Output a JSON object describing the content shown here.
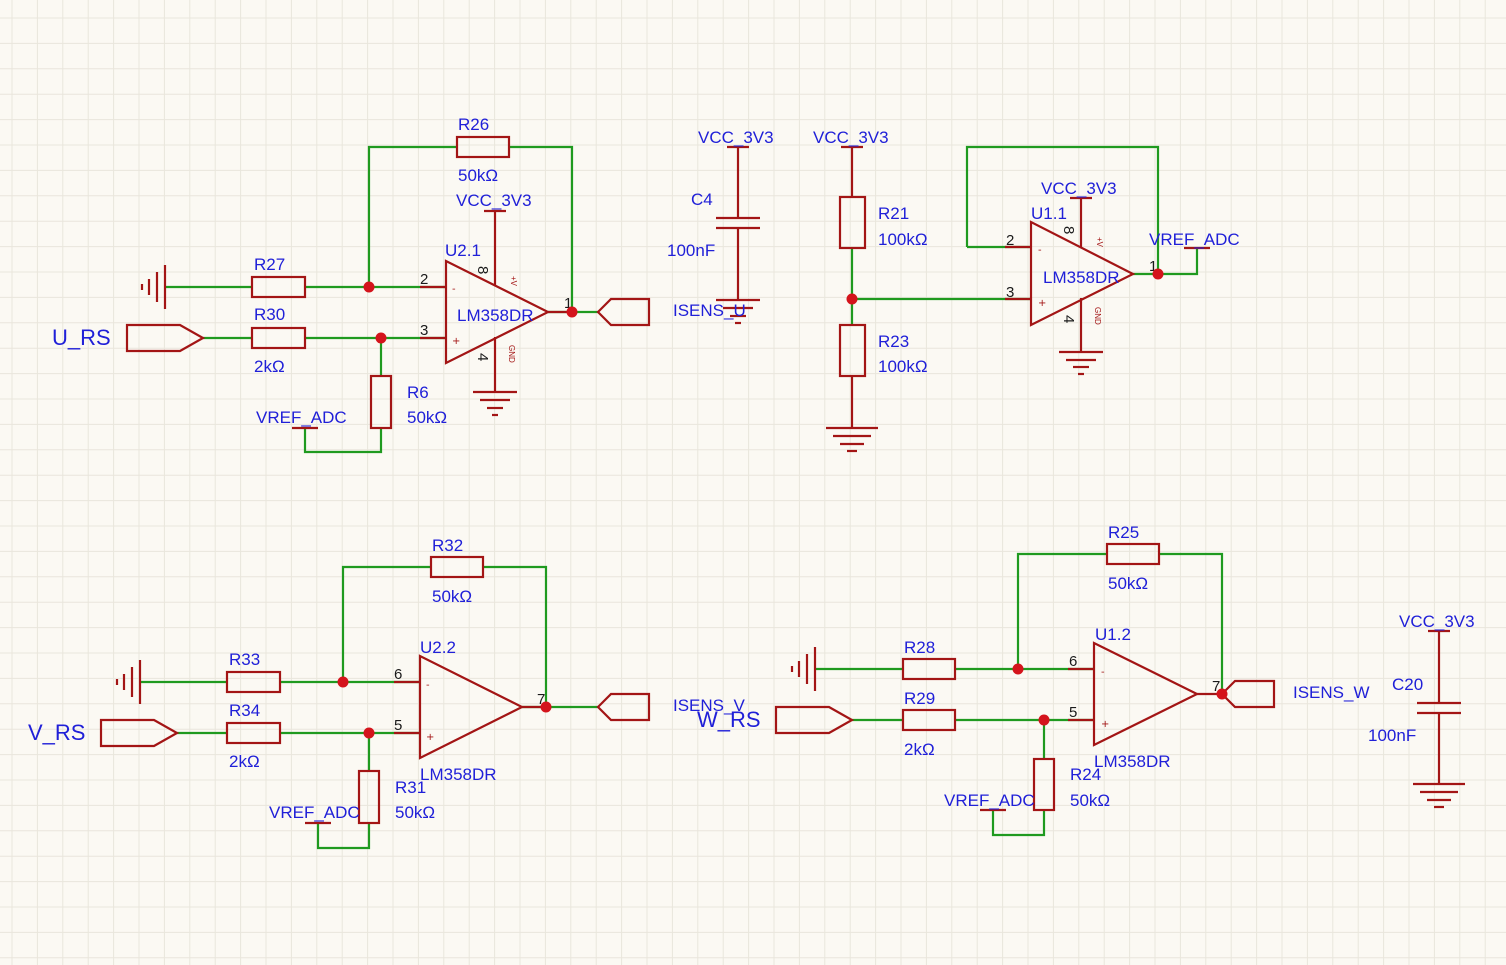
{
  "components": {
    "R26": {
      "ref": "R26",
      "value": "50kΩ"
    },
    "R27": {
      "ref": "R27"
    },
    "R30": {
      "ref": "R30",
      "value": "2kΩ"
    },
    "R6": {
      "ref": "R6",
      "value": "50kΩ"
    },
    "U2_1": {
      "ref": "U2.1",
      "part": "LM358DR",
      "inv": "2",
      "noninv": "3",
      "out": "1",
      "vplus": "8",
      "vminus": "4"
    },
    "C4": {
      "ref": "C4",
      "value": "100nF"
    },
    "R21": {
      "ref": "R21",
      "value": "100kΩ"
    },
    "R23": {
      "ref": "R23",
      "value": "100kΩ"
    },
    "U1_1": {
      "ref": "U1.1",
      "part": "LM358DR",
      "inv": "2",
      "noninv": "3",
      "out": "1",
      "vplus": "8",
      "vminus": "4"
    },
    "R32": {
      "ref": "R32",
      "value": "50kΩ"
    },
    "R33": {
      "ref": "R33"
    },
    "R34": {
      "ref": "R34",
      "value": "2kΩ"
    },
    "R31": {
      "ref": "R31",
      "value": "50kΩ"
    },
    "U2_2": {
      "ref": "U2.2",
      "part": "LM358DR",
      "inv": "6",
      "noninv": "5",
      "out": "7"
    },
    "R25": {
      "ref": "R25",
      "value": "50kΩ"
    },
    "R28": {
      "ref": "R28"
    },
    "R29": {
      "ref": "R29",
      "value": "2kΩ"
    },
    "R24": {
      "ref": "R24",
      "value": "50kΩ"
    },
    "U1_2": {
      "ref": "U1.2",
      "part": "LM358DR",
      "inv": "6",
      "noninv": "5",
      "out": "7"
    },
    "C20": {
      "ref": "C20",
      "value": "100nF"
    }
  },
  "nets": {
    "vcc": "VCC_3V3",
    "vref": "VREF_ADC",
    "u_rs": "U_RS",
    "v_rs": "V_RS",
    "w_rs": "W_RS",
    "isens_u": "ISENS_U",
    "isens_v": "ISENS_V",
    "isens_w": "ISENS_W"
  },
  "pin_marks": {
    "plus": "+",
    "minus": "-",
    "vplus": "+V",
    "gnd": "GND"
  },
  "colors": {
    "wire": "#1f9a1f",
    "symbol": "#a31515",
    "label": "#2020d8",
    "junction": "#d4141c",
    "background": "#fbf9f3"
  }
}
